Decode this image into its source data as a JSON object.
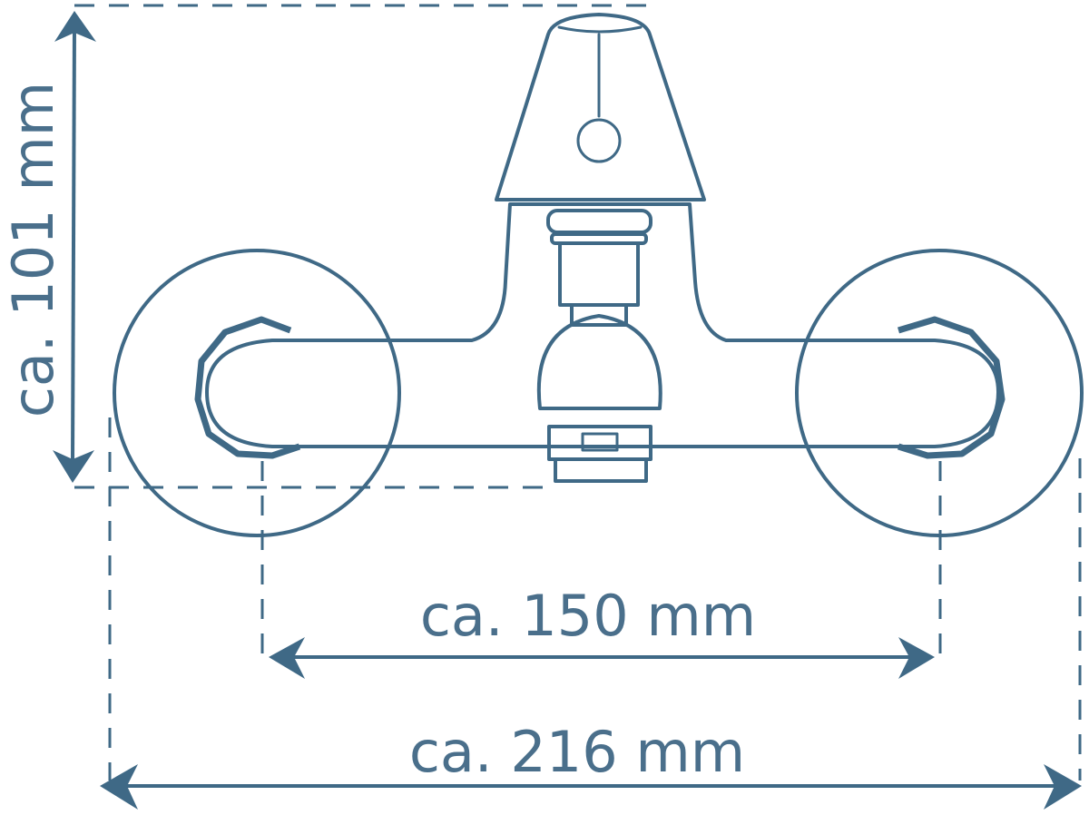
{
  "diagram": {
    "subject": "Wall-mounted single-lever faucet (front view) with dimension lines",
    "colors": {
      "line": "#3f6986",
      "text": "#4a6f8b",
      "background": "#ffffff"
    },
    "dimensions": {
      "height": {
        "label": "ca. 101 mm",
        "orientation": "vertical"
      },
      "center_distance": {
        "label": "ca. 150 mm",
        "orientation": "horizontal"
      },
      "overall_width": {
        "label": "ca. 216 mm",
        "orientation": "horizontal"
      }
    },
    "parts": [
      "lever-handle",
      "cartridge-cap",
      "faucet-body",
      "left-wall-rosette",
      "right-wall-rosette",
      "left-eccentric-nut",
      "right-eccentric-nut",
      "aerator-outlet"
    ]
  }
}
